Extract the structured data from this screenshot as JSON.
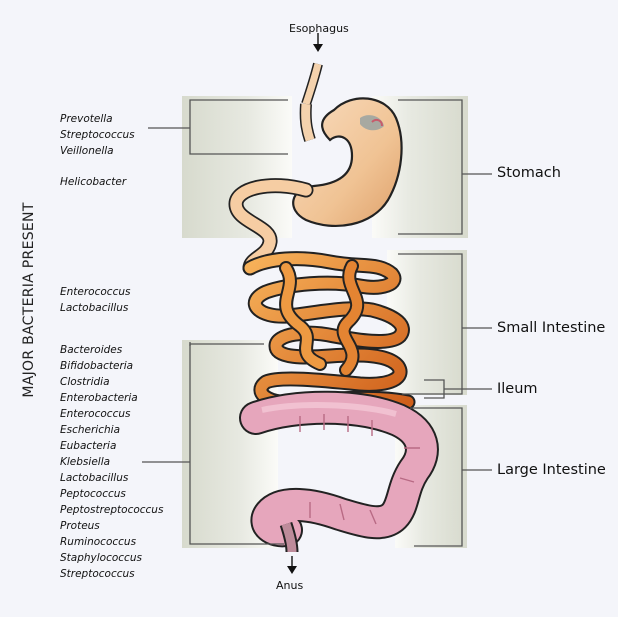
{
  "labels": {
    "top": "Esophagus",
    "bottom": "Anus",
    "sidebar_title": "MAJOR BACTERIA PRESENT"
  },
  "organs": {
    "stomach": "Stomach",
    "small_intestine": "Small Intestine",
    "ileum": "Ileum",
    "large_intestine": "Large Intestine"
  },
  "bacteria": {
    "stomach": [
      "Prevotella",
      "Streptococcus",
      "Veillonella"
    ],
    "stomach_extra": [
      "Helicobacter"
    ],
    "small_intestine": [
      "Enterococcus",
      "Lactobacillus"
    ],
    "large_intestine": [
      "Bacteroides",
      "Bifidobacteria",
      "Clostridia",
      "Enterobacteria",
      "Enterococcus",
      "Escherichia",
      "Eubacteria",
      "Klebsiella",
      "Lactobacillus",
      "Peptococcus",
      "Peptostreptococcus",
      "Proteus",
      "Ruminococcus",
      "Staphylococcus",
      "Streptococcus"
    ]
  },
  "colors": {
    "background": "#f4f5fa",
    "panel": "#dfe1d8",
    "bracket": "#555555",
    "stomach": "#f3caa2",
    "small_intestine": "#e07b28",
    "large_intestine": "#e2a3b8"
  }
}
